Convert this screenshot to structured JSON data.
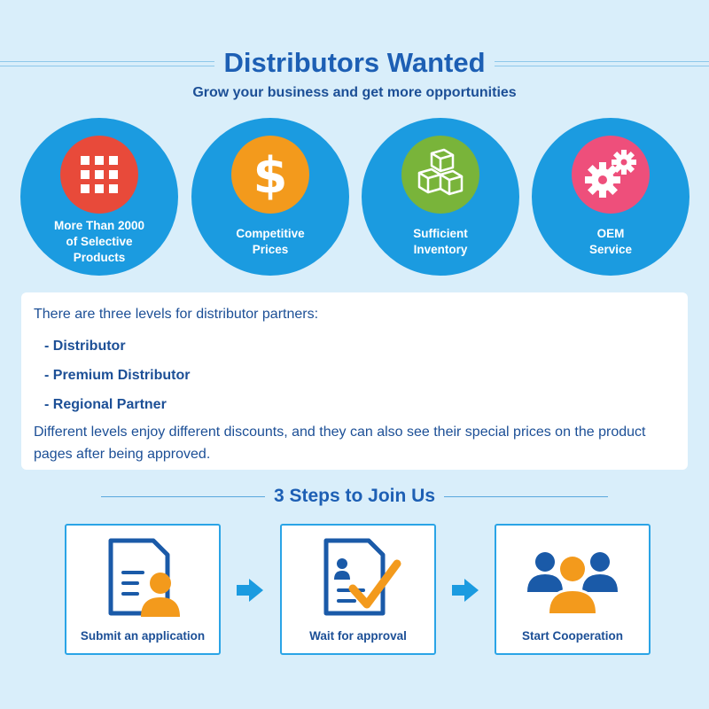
{
  "header": {
    "title": "Distributors Wanted",
    "subtitle": "Grow your business and get more opportunities"
  },
  "features": [
    {
      "icon": "grid-icon",
      "color": "#e84a3a",
      "line1": "More Than 2000",
      "line2": "of Selective",
      "line3": "Products"
    },
    {
      "icon": "dollar-icon",
      "color": "#f39a1c",
      "line1": "Competitive",
      "line2": "Prices"
    },
    {
      "icon": "boxes-icon",
      "color": "#79b43a",
      "line1": "Sufficient",
      "line2": "Inventory"
    },
    {
      "icon": "gears-icon",
      "color": "#ee4f7b",
      "line1": "OEM",
      "line2": "Service"
    }
  ],
  "levels_card": {
    "intro": "There are three levels for distributor partners:",
    "levels": [
      "- Distributor",
      "- Premium Distributor",
      "- Regional Partner"
    ],
    "outro": "Different levels enjoy different discounts, and they can also see their special prices on the product pages after being approved."
  },
  "steps": {
    "title": "3 Steps to Join Us",
    "items": [
      {
        "icon": "application-form-icon",
        "label": "Submit an application"
      },
      {
        "icon": "approval-checkmark-icon",
        "label": "Wait for approval"
      },
      {
        "icon": "team-people-icon",
        "label": "Start Cooperation"
      }
    ]
  },
  "colors": {
    "background": "#d9eefa",
    "primary_blue": "#1d5fb4",
    "circle_blue": "#1b9be0",
    "accent_orange": "#f39a1c"
  }
}
